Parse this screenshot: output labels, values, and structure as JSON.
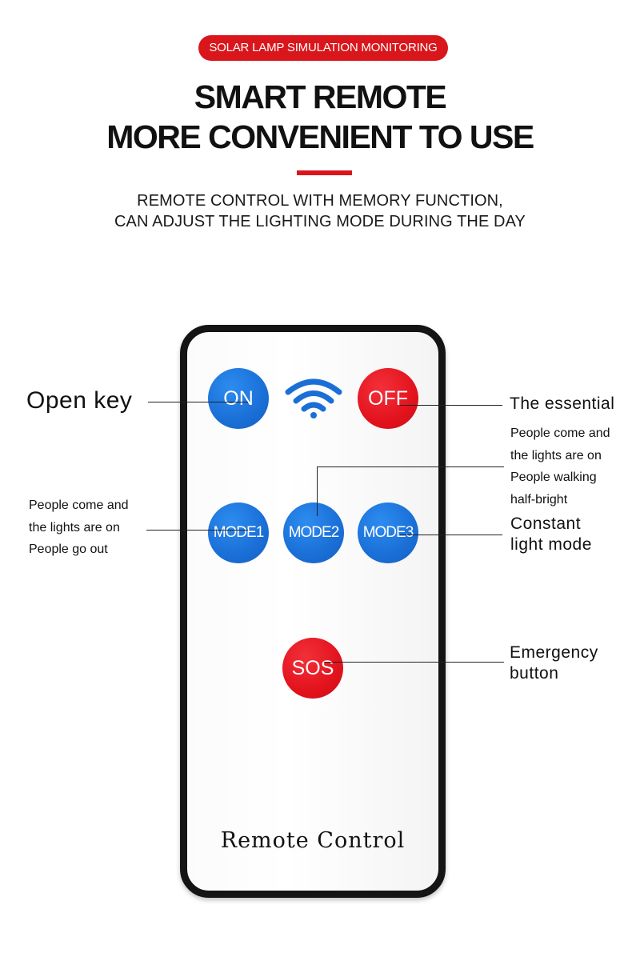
{
  "header": {
    "badge": "SOLAR LAMP SIMULATION MONITORING",
    "title_line1": "SMART REMOTE",
    "title_line2": "MORE CONVENIENT TO USE",
    "subtitle_line1": "REMOTE CONTROL WITH MEMORY FUNCTION,",
    "subtitle_line2": "CAN ADJUST THE LIGHTING MODE DURING THE DAY"
  },
  "remote": {
    "buttons": {
      "on": "ON",
      "off": "OFF",
      "mode1": "MODE1",
      "mode2": "MODE2",
      "mode3": "MODE3",
      "sos": "SOS"
    },
    "footer_text": "Remote Control"
  },
  "callouts": {
    "open_key": "Open key",
    "the_essential": "The essential",
    "mode2_lines": [
      "People come and",
      "the lights are on",
      "People walking",
      "half-bright"
    ],
    "mode1_lines": [
      "People come and",
      "the lights are on",
      "People go out"
    ],
    "mode3_lines": [
      "Constant",
      "light mode"
    ],
    "emergency_lines": [
      "Emergency",
      "button"
    ]
  },
  "colors": {
    "accent_red": "#d9161b",
    "button_blue": "#1a6fd6",
    "button_red": "#e3131d"
  },
  "icons": [
    "wifi-icon"
  ]
}
